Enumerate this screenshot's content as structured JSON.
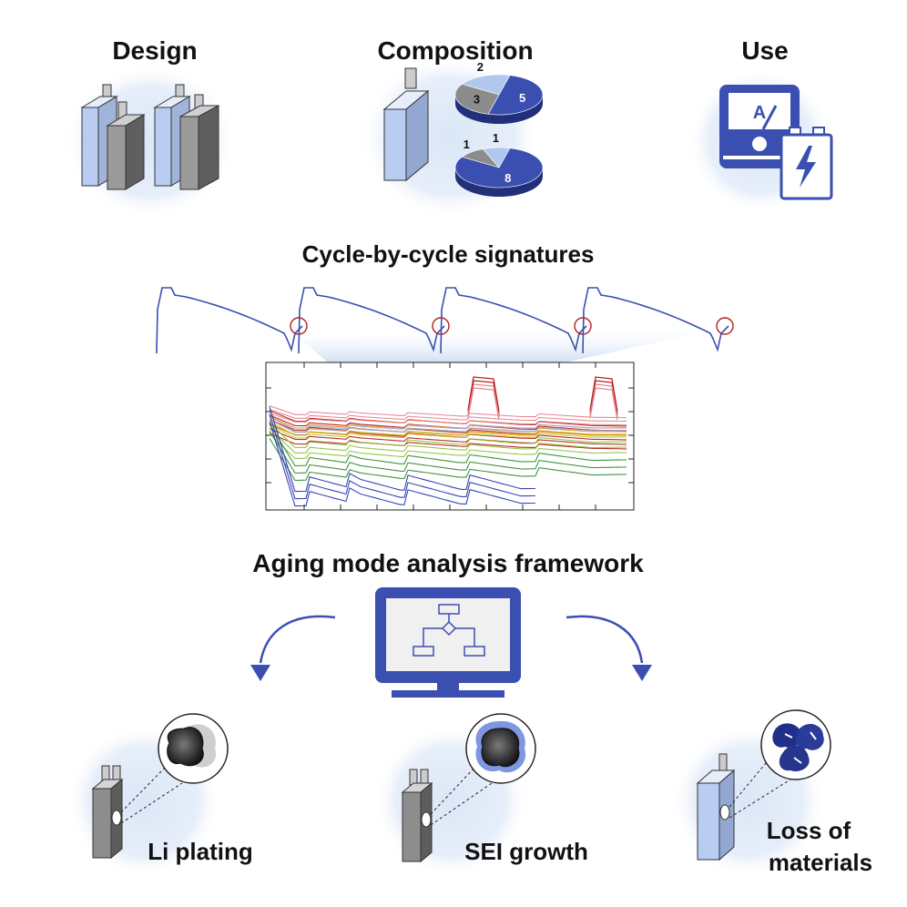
{
  "sections": {
    "design": {
      "title": "Design"
    },
    "composition": {
      "title": "Composition"
    },
    "use": {
      "title": "Use",
      "meter_letter": "A"
    },
    "signatures": {
      "title": "Cycle-by-cycle signatures"
    },
    "framework": {
      "title": "Aging mode analysis framework"
    }
  },
  "pies": [
    {
      "slices": [
        {
          "label": "5",
          "value": 5
        },
        {
          "label": "3",
          "value": 3
        },
        {
          "label": "2",
          "value": 2
        }
      ]
    },
    {
      "slices": [
        {
          "label": "8",
          "value": 8
        },
        {
          "label": "1",
          "value": 1
        },
        {
          "label": "1",
          "value": 1
        }
      ]
    }
  ],
  "aging_modes": [
    {
      "label": "Li plating"
    },
    {
      "label": "SEI growth"
    },
    {
      "label_line1": "Loss of",
      "label_line2": "materials"
    }
  ],
  "colors": {
    "blue": "#3a4fb0",
    "navy": "#22307a",
    "gray": "#8c8c8c",
    "light_blue": "#b8cdf0",
    "halo": "#e3ecf8",
    "red": "#b01818",
    "green": "#3a9a2a",
    "orange": "#e89020"
  }
}
